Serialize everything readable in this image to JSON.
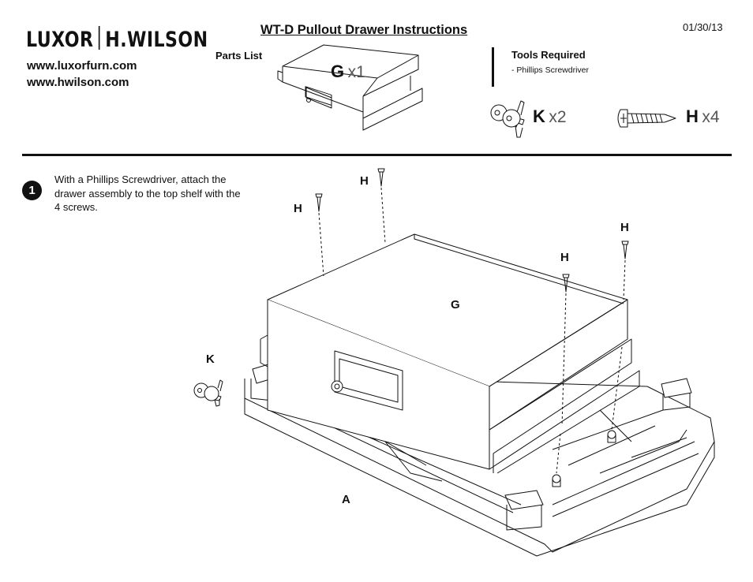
{
  "header": {
    "logo_left": "LUXOR",
    "logo_right": "H.WILSON",
    "website_1": "www.luxorfurn.com",
    "website_2": "www.hwilson.com",
    "title": "WT-D Pullout Drawer Instructions",
    "date": "01/30/13"
  },
  "parts_list": {
    "label": "Parts List",
    "items": [
      {
        "code": "G",
        "qty": "x1",
        "icon": "drawer-assembly-icon"
      },
      {
        "code": "K",
        "qty": "x2",
        "icon": "keys-icon"
      },
      {
        "code": "H",
        "qty": "x4",
        "icon": "screw-icon"
      }
    ]
  },
  "tools": {
    "label": "Tools Required",
    "items": [
      "-  Phillips Screwdriver"
    ]
  },
  "step": {
    "number": "1",
    "text": "With a Phillips Screwdriver, attach the drawer assembly to the top shelf with the 4 screws."
  },
  "diagram": {
    "labels": {
      "screw_1": "H",
      "screw_2": "H",
      "screw_3": "H",
      "screw_4": "H",
      "drawer": "G",
      "keys": "K",
      "shelf": "A"
    }
  }
}
